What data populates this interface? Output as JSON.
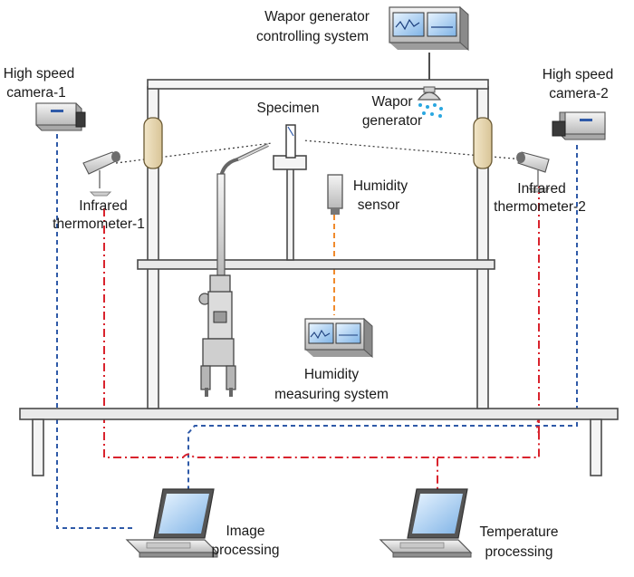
{
  "labels": {
    "vapor_system_1": "Wapor generator",
    "vapor_system_2": "controlling  system",
    "vapor_gen_1": "Wapor",
    "vapor_gen_2": "generator",
    "camera1_1": "High speed",
    "camera1_2": "camera-1",
    "camera2_1": "High speed",
    "camera2_2": "camera-2",
    "specimen": "Specimen",
    "ir1_1": "Infrared",
    "ir1_2": "thermometer-1",
    "ir2_1": "Infrared",
    "ir2_2": "thermometer-2",
    "humidity_sensor_1": "Humidity",
    "humidity_sensor_2": "sensor",
    "humidity_system_1": "Humidity",
    "humidity_system_2": "measuring  system",
    "image_proc_1": "Image",
    "image_proc_2": "processing",
    "temp_proc_1": "Temperature",
    "temp_proc_2": "processing"
  },
  "colors": {
    "image_signal": "#2f5aa8",
    "temperature_signal": "#d9232d",
    "humidity_signal": "#f08a2c",
    "vapor_spray": "#2aa7e0"
  }
}
